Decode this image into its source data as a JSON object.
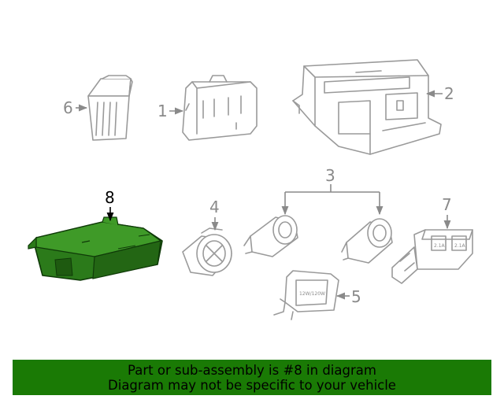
{
  "diagram": {
    "callouts": {
      "c1": "1",
      "c2": "2",
      "c3": "3",
      "c4": "4",
      "c5": "5",
      "c6": "6",
      "c7": "7",
      "c8": "8"
    },
    "highlighted_part": "8",
    "highlight_color": "#2b7a1a",
    "part5_label": "12W/120W",
    "part7_labels": [
      "2.1A",
      "2.1A"
    ]
  },
  "banner": {
    "line1": "Part or sub-assembly is #8 in diagram",
    "line2": "Diagram may not be specific to your vehicle",
    "background": "#1a7a05"
  }
}
